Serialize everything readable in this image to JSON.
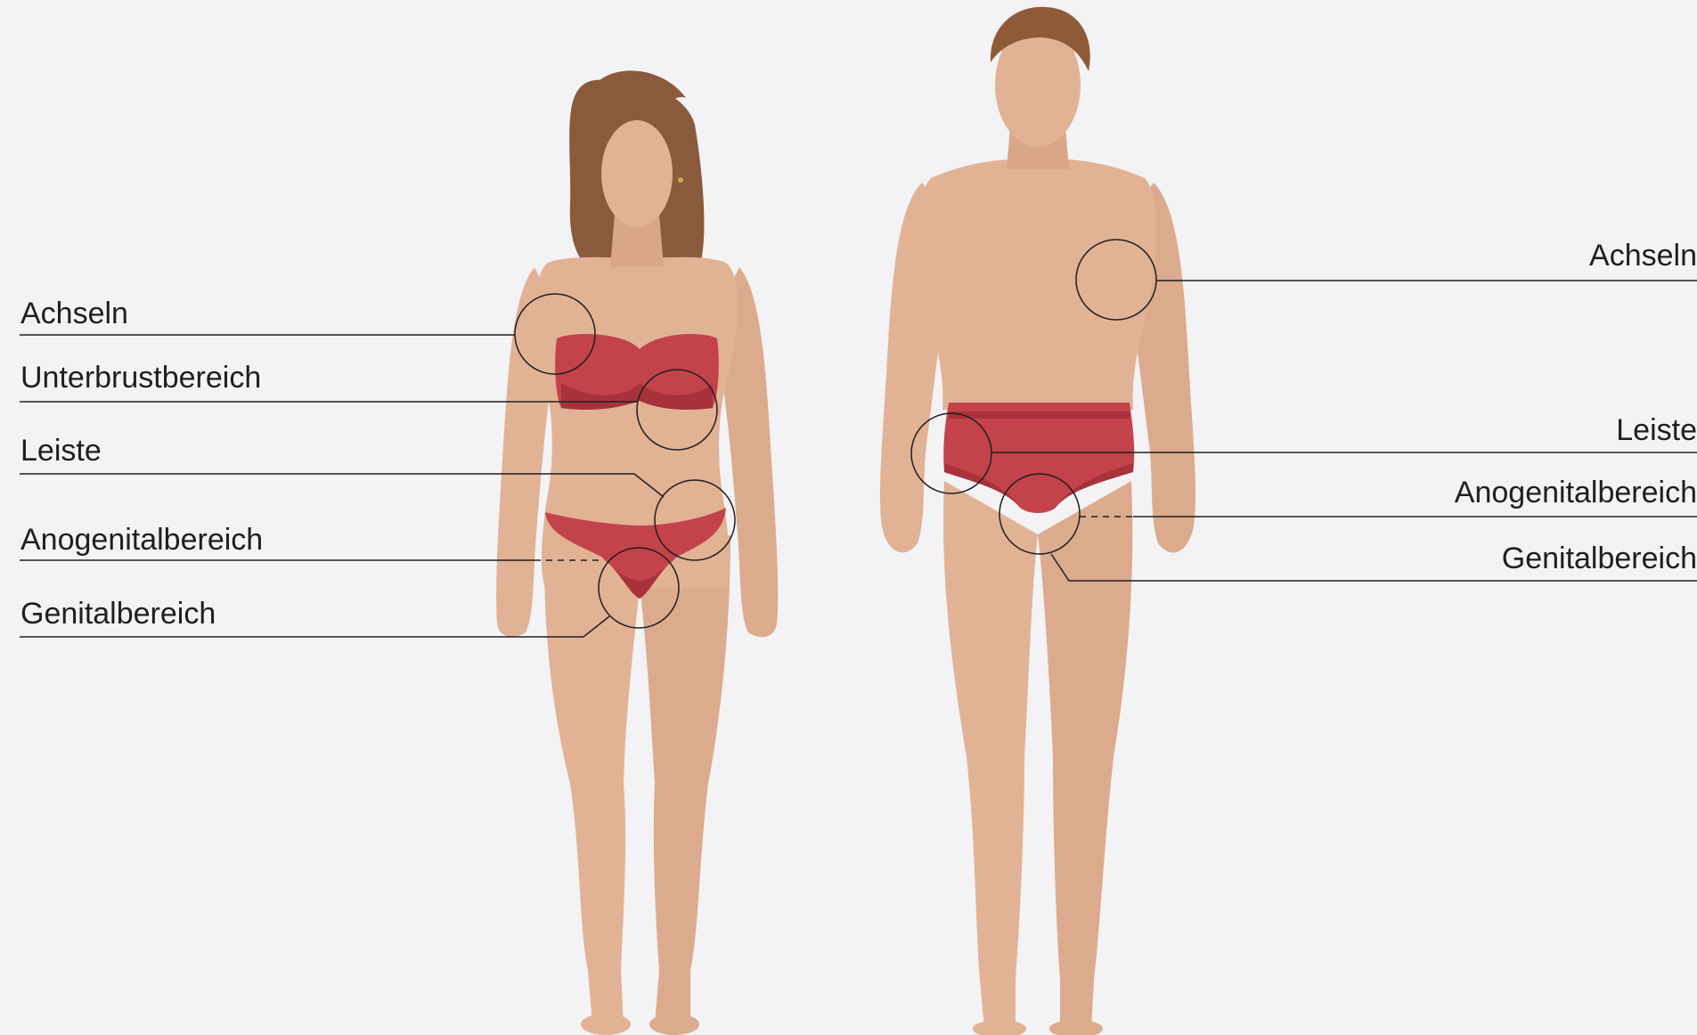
{
  "colors": {
    "background": "#f3f2f5",
    "skin": "#e2b295",
    "skin_shade": "#d39f82",
    "hair_female": "#8a5a3c",
    "hair_male": "#8f5a37",
    "underwear": "#c4434b",
    "underwear_shade": "#a8323b",
    "line": "#1f1f1f"
  },
  "female": {
    "labels": {
      "axilla": "Achseln",
      "underbust": "Unterbrustbereich",
      "groin": "Leiste",
      "anogenital": "Anogenitalbereich",
      "genital": "Genitalbereich"
    }
  },
  "male": {
    "labels": {
      "axilla": "Achseln",
      "groin": "Leiste",
      "anogenital": "Anogenitalbereich",
      "genital": "Genitalbereich"
    }
  }
}
